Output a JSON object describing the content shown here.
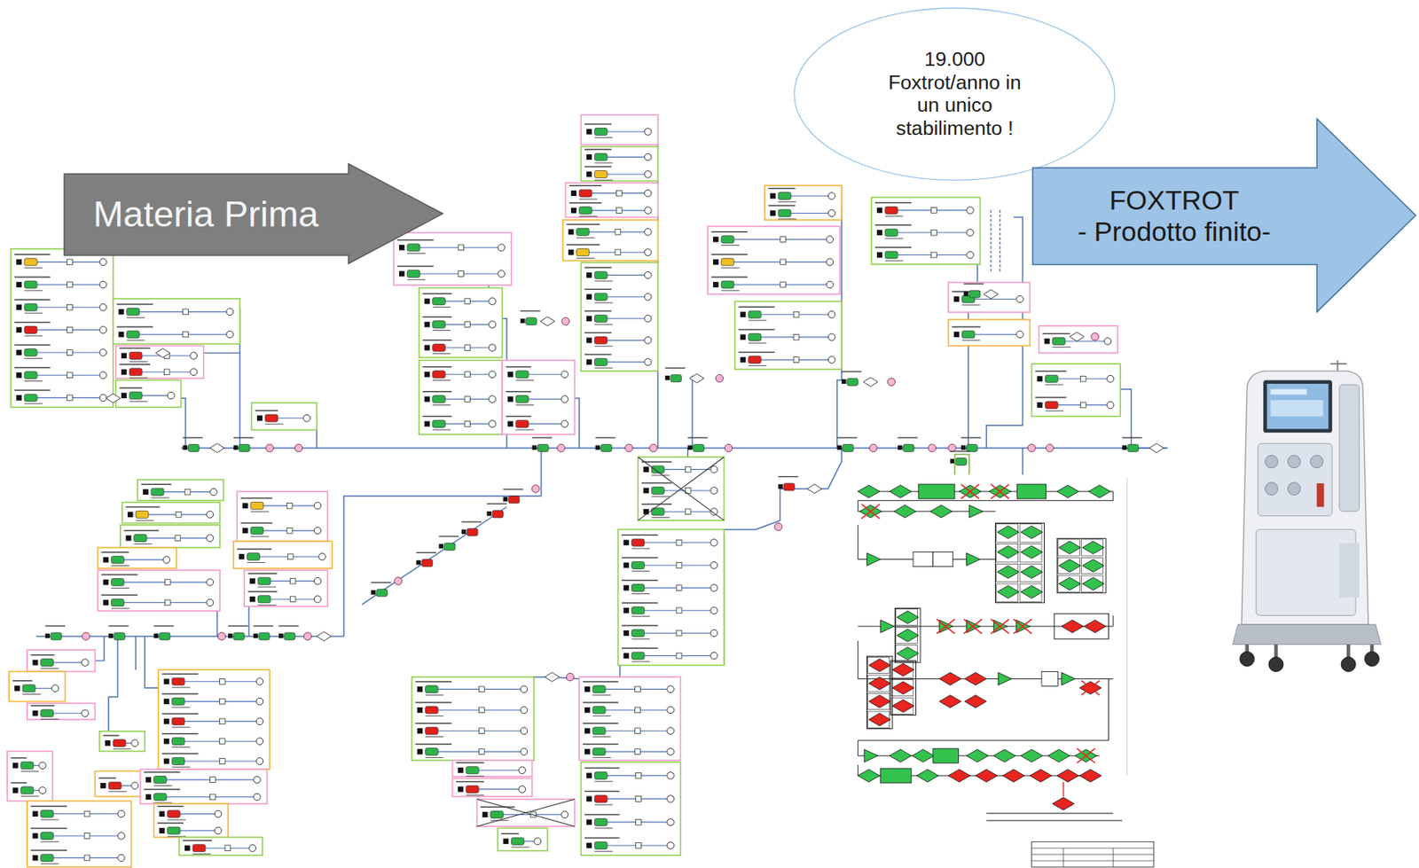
{
  "diagram": {
    "nodes": [
      {
        "text": [
          "Materia Prima"
        ]
      },
      {
        "text": [
          "19.000 Foxtrot/anno in un unico stabilimento !"
        ]
      },
      {
        "text": [
          "FOXTROT",
          "- Prodotto finito-"
        ]
      }
    ]
  }
}
